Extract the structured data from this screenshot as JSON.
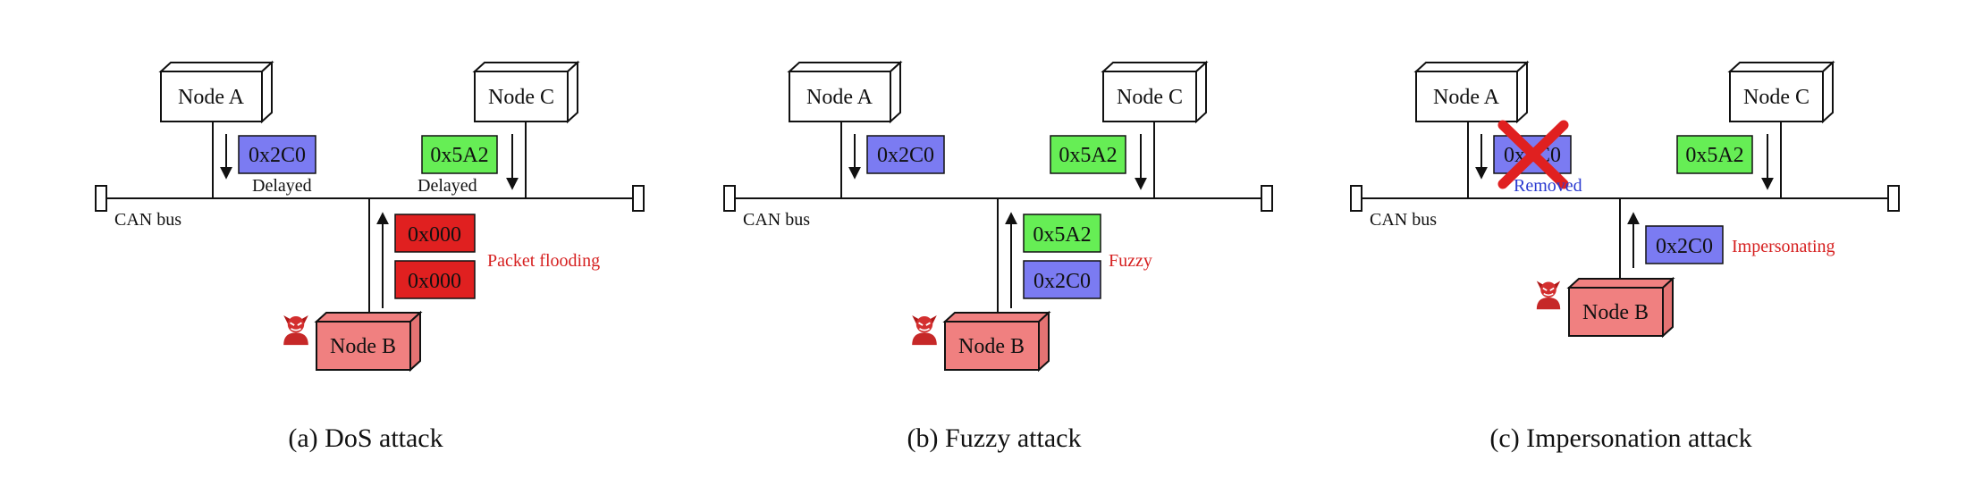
{
  "colors": {
    "node_fill": "#ffffff",
    "attacker_fill": "#f08080",
    "msg_blue": "#7b7bf2",
    "msg_green": "#66ee55",
    "msg_red": "#e02020",
    "note_red": "#d62020",
    "note_blue": "#2a3ad0",
    "line": "#111111"
  },
  "panels": [
    {
      "caption": "(a) DoS attack",
      "bus_label": "CAN bus",
      "node_a": "Node A",
      "node_b": "Node B",
      "node_c": "Node C",
      "msg_a": "0x2C0",
      "msg_c": "0x5A2",
      "note_a": "Delayed",
      "note_c": "Delayed",
      "attack_msgs": [
        "0x000",
        "0x000"
      ],
      "attack_note": "Packet flooding",
      "attacker_icon": "devil-icon"
    },
    {
      "caption": "(b) Fuzzy attack",
      "bus_label": "CAN bus",
      "node_a": "Node A",
      "node_b": "Node B",
      "node_c": "Node C",
      "msg_a": "0x2C0",
      "msg_c": "0x5A2",
      "attack_msgs": [
        "0x5A2",
        "0x2C0"
      ],
      "attack_note": "Fuzzy",
      "attacker_icon": "devil-icon"
    },
    {
      "caption": "(c) Impersonation attack",
      "bus_label": "CAN bus",
      "node_a": "Node A",
      "node_b": "Node B",
      "node_c": "Node C",
      "msg_a": "0x2C0",
      "msg_c": "0x5A2",
      "note_a": "Removed",
      "attack_msgs": [
        "0x2C0"
      ],
      "attack_note": "Impersonating",
      "attacker_icon": "devil-icon",
      "removed_icon": "red-x-icon"
    }
  ]
}
